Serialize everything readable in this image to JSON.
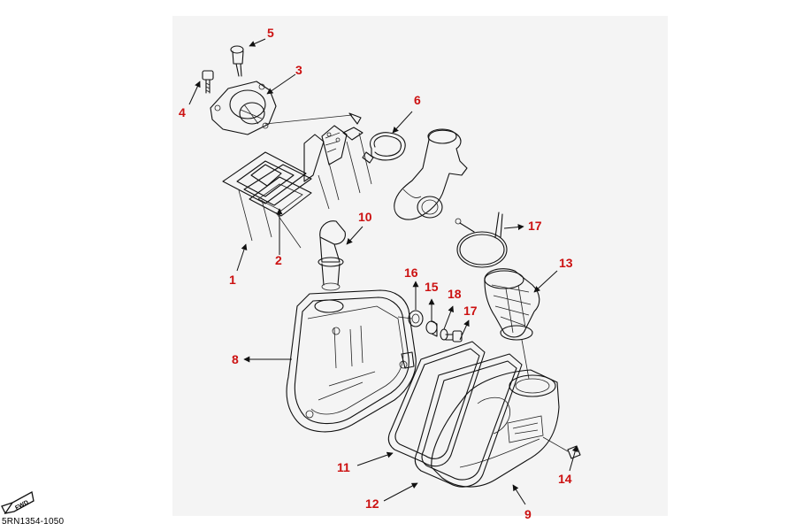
{
  "diagram_code": "5RN1354-1050",
  "fwd_label": "FWD",
  "callout_color": "#cc1111",
  "callouts": [
    "1",
    "2",
    "3",
    "4",
    "5",
    "6",
    "8",
    "9",
    "10",
    "11",
    "12",
    "13",
    "14",
    "15",
    "16",
    "17",
    "17",
    "18"
  ]
}
